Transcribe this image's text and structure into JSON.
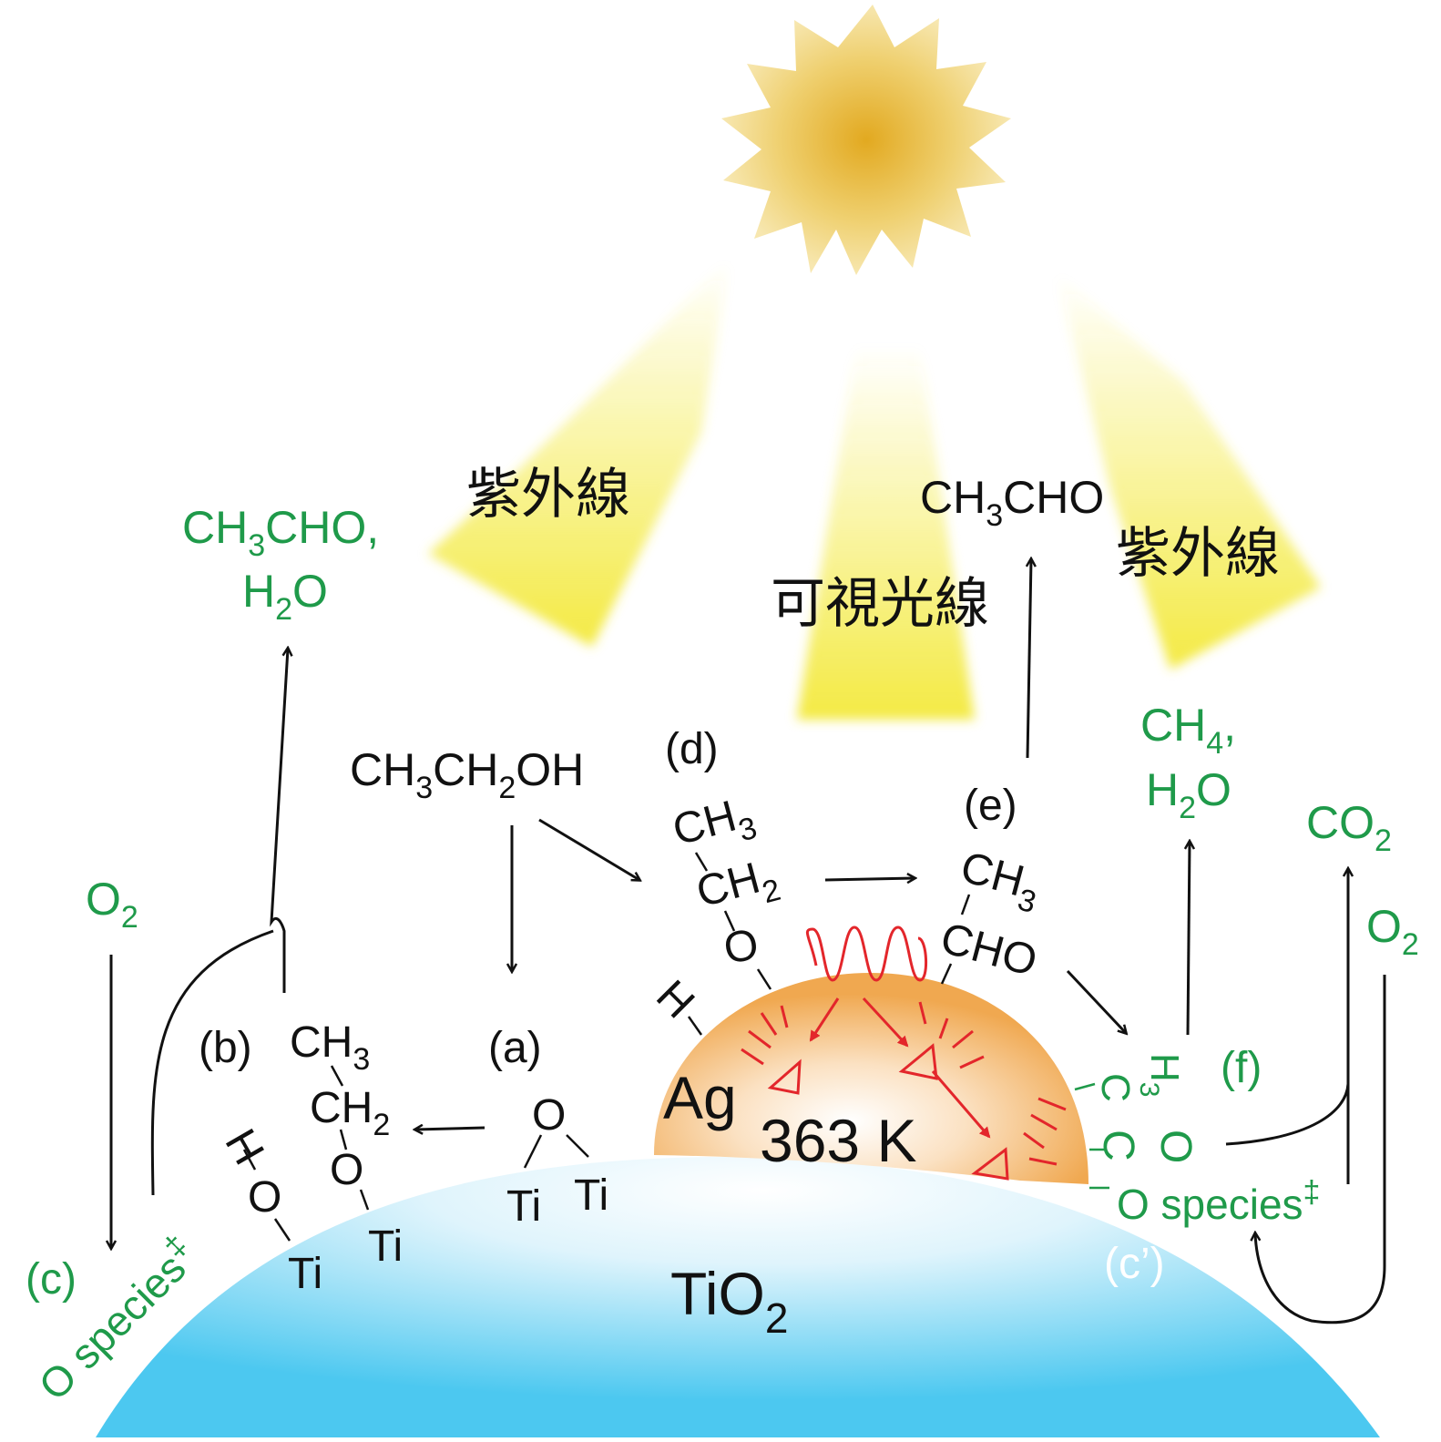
{
  "labels": {
    "uv_left": "紫外線",
    "uv_right": "紫外線",
    "visible": "可視光線",
    "acetaldehyde_top": "CH",
    "acetaldehyde_top_sub": "3",
    "acetaldehyde_top_tail": "CHO",
    "left_products_line1": "CH",
    "left_products_line1_sub": "3",
    "left_products_line1_tail": "CHO,",
    "left_products_line2": "H",
    "left_products_line2_sub": "2",
    "left_products_line2_tail": "O",
    "ethanol": "CH",
    "ethanol_sub1": "3",
    "ethanol_mid": "CH",
    "ethanol_sub2": "2",
    "ethanol_tail": "OH",
    "o2_left": "O",
    "o2_left_sub": "2",
    "o2_right": "O",
    "o2_right_sub": "2",
    "co2": "CO",
    "co2_sub": "2",
    "ch4_line1": "CH",
    "ch4_line1_sub": "4",
    "ch4_line1_tail": ",",
    "ch4_line2": "H",
    "ch4_line2_sub": "2",
    "ch4_line2_tail": "O",
    "label_a": "(a)",
    "label_b": "(b)",
    "label_c": "(c)",
    "label_c_prime": "(c’)",
    "label_d": "(d)",
    "label_e": "(e)",
    "label_f": "(f)",
    "o_species_left": "O species",
    "o_species_right": "O species",
    "double_dagger": "‡",
    "ag": "Ag",
    "temperature": "363 K",
    "tio2": "TiO",
    "tio2_sub": "2",
    "ti": "Ti",
    "o_atom": "O",
    "h_atom": "H",
    "ch3": "CH",
    "ch3_sub": "3",
    "ch2": "CH",
    "ch2_sub": "2",
    "cho": "CHO",
    "h3c_h3": "H",
    "h3c_sub": "3",
    "h3c_c": "C",
    "coo_o": "O",
    "coo_c": "C"
  },
  "colors": {
    "text": "#111111",
    "green": "#1f9a4a",
    "red": "#e3262b",
    "sun": "#e9b43a",
    "beam": "#f3e93a",
    "tio2_edge": "#4cc8f0",
    "ag_edge": "#f0a850"
  }
}
